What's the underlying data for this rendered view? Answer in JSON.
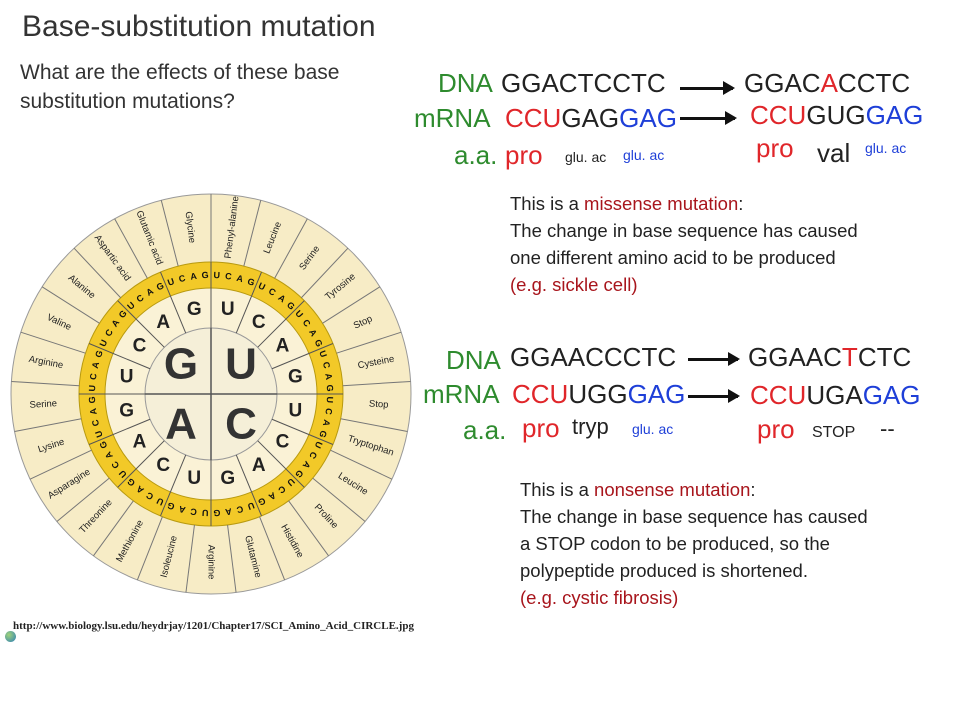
{
  "title": "Base-substitution mutation",
  "question": "What are the effects of these base substitution mutations?",
  "missense": {
    "dna_label": "DNA",
    "dna_orig": "GGACTCCTC",
    "dna_mut_a": "GGAC",
    "dna_mut_b": "A",
    "dna_mut_c": "CCTC",
    "mrna_label": "mRNA",
    "mrna_orig_a": "CCU",
    "mrna_orig_b": "GAG",
    "mrna_orig_c": "GAG",
    "mrna_mut_a": "CCU",
    "mrna_mut_b": "GUG",
    "mrna_mut_c": "GAG",
    "aa_label": "a.a.",
    "aa_orig_1": "pro",
    "aa_orig_2": "glu. ac",
    "aa_orig_3": "glu. ac",
    "aa_mut_1": "pro",
    "aa_mut_2": "val",
    "aa_mut_3": "glu. ac",
    "desc_prefix": "This is a ",
    "desc_type": "missense mutation",
    "desc_colon": ":",
    "desc_line2": "The change in base sequence has caused",
    "desc_line3": "one different amino acid to be produced",
    "desc_example": "(e.g. sickle cell)"
  },
  "nonsense": {
    "dna_label": "DNA",
    "dna_orig": "GGAACCCTC",
    "dna_mut_a": "GGAAC",
    "dna_mut_b": "T",
    "dna_mut_c": "CTC",
    "mrna_label": "mRNA",
    "mrna_orig_a": "CCU",
    "mrna_orig_b": "UGG",
    "mrna_orig_c": "GAG",
    "mrna_mut_a": "CCU",
    "mrna_mut_b": "UGA",
    "mrna_mut_c": "GAG",
    "aa_label": "a.a.",
    "aa_orig_1": "pro",
    "aa_orig_2": "tryp",
    "aa_orig_3": "glu. ac",
    "aa_mut_1": "pro",
    "aa_mut_2": "STOP",
    "aa_mut_3": "--",
    "desc_prefix": "This is a ",
    "desc_type": "nonsense mutation",
    "desc_colon": ":",
    "desc_line2": "The change in base sequence has caused",
    "desc_line3": "a STOP codon to be produced, so the",
    "desc_line4": "polypeptide produced is shortened.",
    "desc_example": "(e.g. cystic fibrosis)"
  },
  "wheel": {
    "center": [
      "G",
      "U",
      "A",
      "C"
    ],
    "second": [
      "U",
      "C",
      "A",
      "G",
      "U",
      "C",
      "A",
      "G",
      "U",
      "C",
      "A",
      "G",
      "U",
      "C",
      "A",
      "G"
    ],
    "third": [
      "U",
      "C",
      "A",
      "G",
      "U",
      "C",
      "A",
      "G",
      "U",
      "C",
      "A",
      "G",
      "U",
      "C",
      "A",
      "G",
      "U",
      "C",
      "A",
      "G",
      "U",
      "C",
      "A",
      "G",
      "U",
      "C",
      "A",
      "G",
      "U",
      "C",
      "A",
      "G",
      "U",
      "C",
      "A",
      "G",
      "U",
      "C",
      "A",
      "G",
      "U",
      "C",
      "A",
      "G",
      "U",
      "C",
      "A",
      "G",
      "U",
      "C",
      "A",
      "G",
      "U",
      "C",
      "A",
      "G",
      "U",
      "C",
      "A",
      "G",
      "U",
      "C",
      "A",
      "G"
    ],
    "amino_acids": [
      "Phenyl-alanine",
      "Leucine",
      "Serine",
      "Tyrosine",
      "Stop",
      "Cysteine",
      "Stop",
      "Tryptophan",
      "Leucine",
      "Proline",
      "Histidine",
      "Glutamine",
      "Arginine",
      "Isoleucine",
      "Methionine",
      "Threonine",
      "Asparagine",
      "Lysine",
      "Serine",
      "Arginine",
      "Valine",
      "Alanine",
      "Aspartic acid",
      "Glutamic acid",
      "Glycine"
    ],
    "colors": {
      "outer": "#f7ecc6",
      "ring": "#f2c928",
      "inner": "#faf2d6",
      "center": "#f5efd8"
    }
  },
  "source_url": "http://www.biology.lsu.edu/heydrjay/1201/Chapter17/SCI_Amino_Acid_CIRCLE.jpg"
}
